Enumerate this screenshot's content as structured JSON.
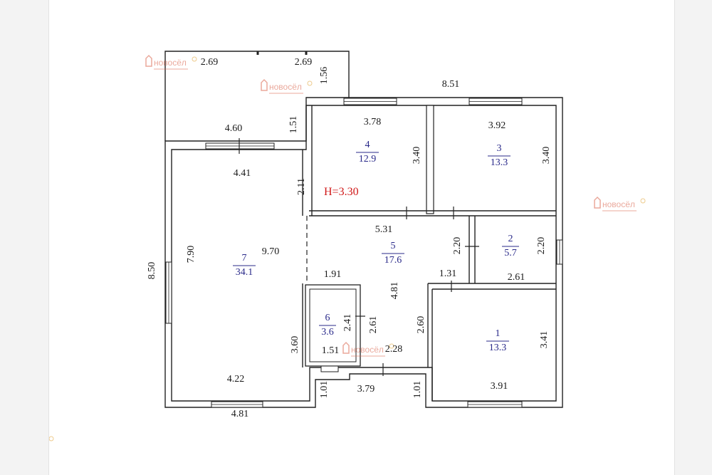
{
  "plan": {
    "ceiling_height": "H=3.30",
    "watermark": {
      "brand": "новосёл"
    },
    "rooms": [
      {
        "number": "1",
        "area": "13.3"
      },
      {
        "number": "2",
        "area": "5.7"
      },
      {
        "number": "3",
        "area": "13.3"
      },
      {
        "number": "4",
        "area": "12.9"
      },
      {
        "number": "5",
        "area": "17.6"
      },
      {
        "number": "6",
        "area": "3.6"
      },
      {
        "number": "7",
        "area": "34.1"
      }
    ],
    "dimensions": [
      "2.69",
      "2.69",
      "1.56",
      "8.51",
      "1.51",
      "4.60",
      "3.78",
      "3.92",
      "4.41",
      "3.40",
      "3.40",
      "2.11",
      "5.31",
      "2.20",
      "2.20",
      "7.90",
      "9.70",
      "8.50",
      "1.91",
      "1.31",
      "2.61",
      "4.81",
      "2.41",
      "2.61",
      "2.60",
      "3.41",
      "3.60",
      "1.51",
      "2.28",
      "4.22",
      "3.79",
      "1.01",
      "1.01",
      "3.91",
      "4.81"
    ]
  }
}
